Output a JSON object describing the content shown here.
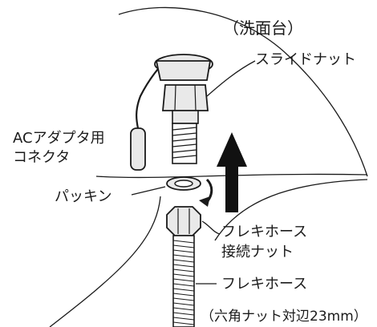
{
  "diagram": {
    "labels": {
      "basin": "（洗面台）",
      "slide_nut": "スライドナット",
      "ac_adapter_line1": "ACアダプタ用",
      "ac_adapter_line2": "コネクタ",
      "packing": "パッキン",
      "hose_nut_line1": "フレキホース",
      "hose_nut_line2": "接続ナット",
      "flex_hose": "フレキホース",
      "hex_nut_size": "（六角ナット対辺23mm）"
    },
    "colors": {
      "line": "#1a1a1a",
      "arrow": "#111111",
      "metal_fill": "#e9e9e9",
      "background": "#ffffff"
    }
  }
}
